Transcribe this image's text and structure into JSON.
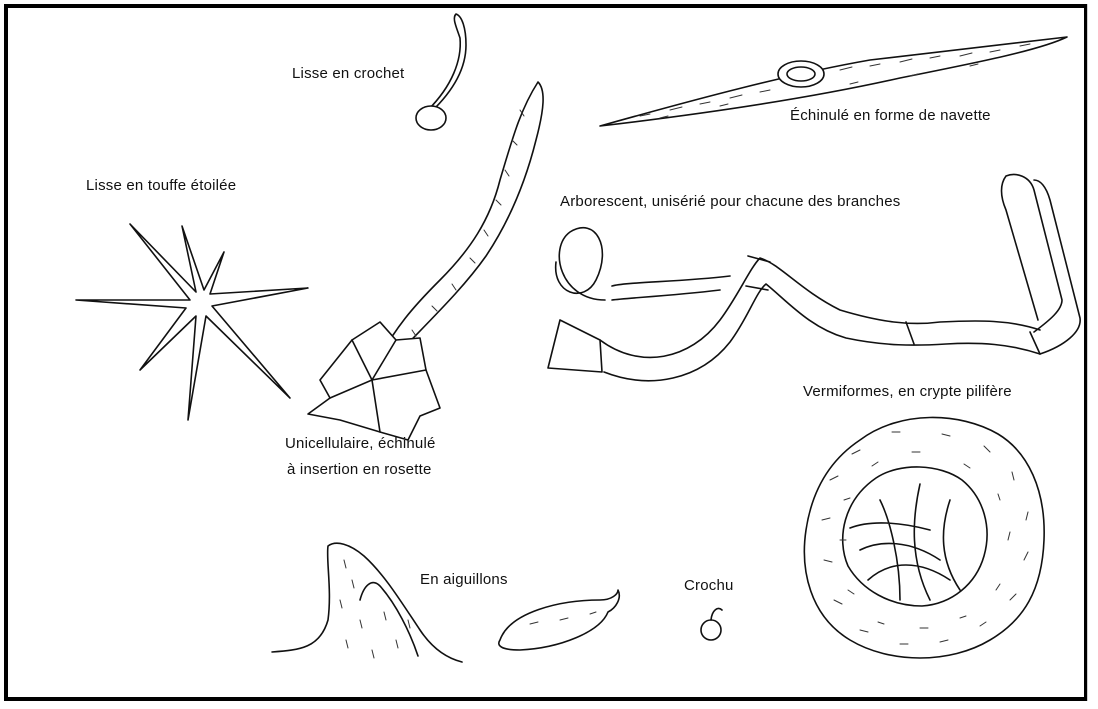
{
  "labels": {
    "lisse_crochet": "Lisse en crochet",
    "echinule_navette": "Échinulé en forme de navette",
    "lisse_touffe": "Lisse en touffe étoilée",
    "arborescent": "Arborescent, unisérié pour chacune des branches",
    "unicellulaire_1": "Unicellulaire, échinulé",
    "unicellulaire_2": "à insertion en rosette",
    "vermiformes": "Vermiformes, en crypte pilifère",
    "aiguillons": "En aiguillons",
    "crochu": "Crochu"
  }
}
